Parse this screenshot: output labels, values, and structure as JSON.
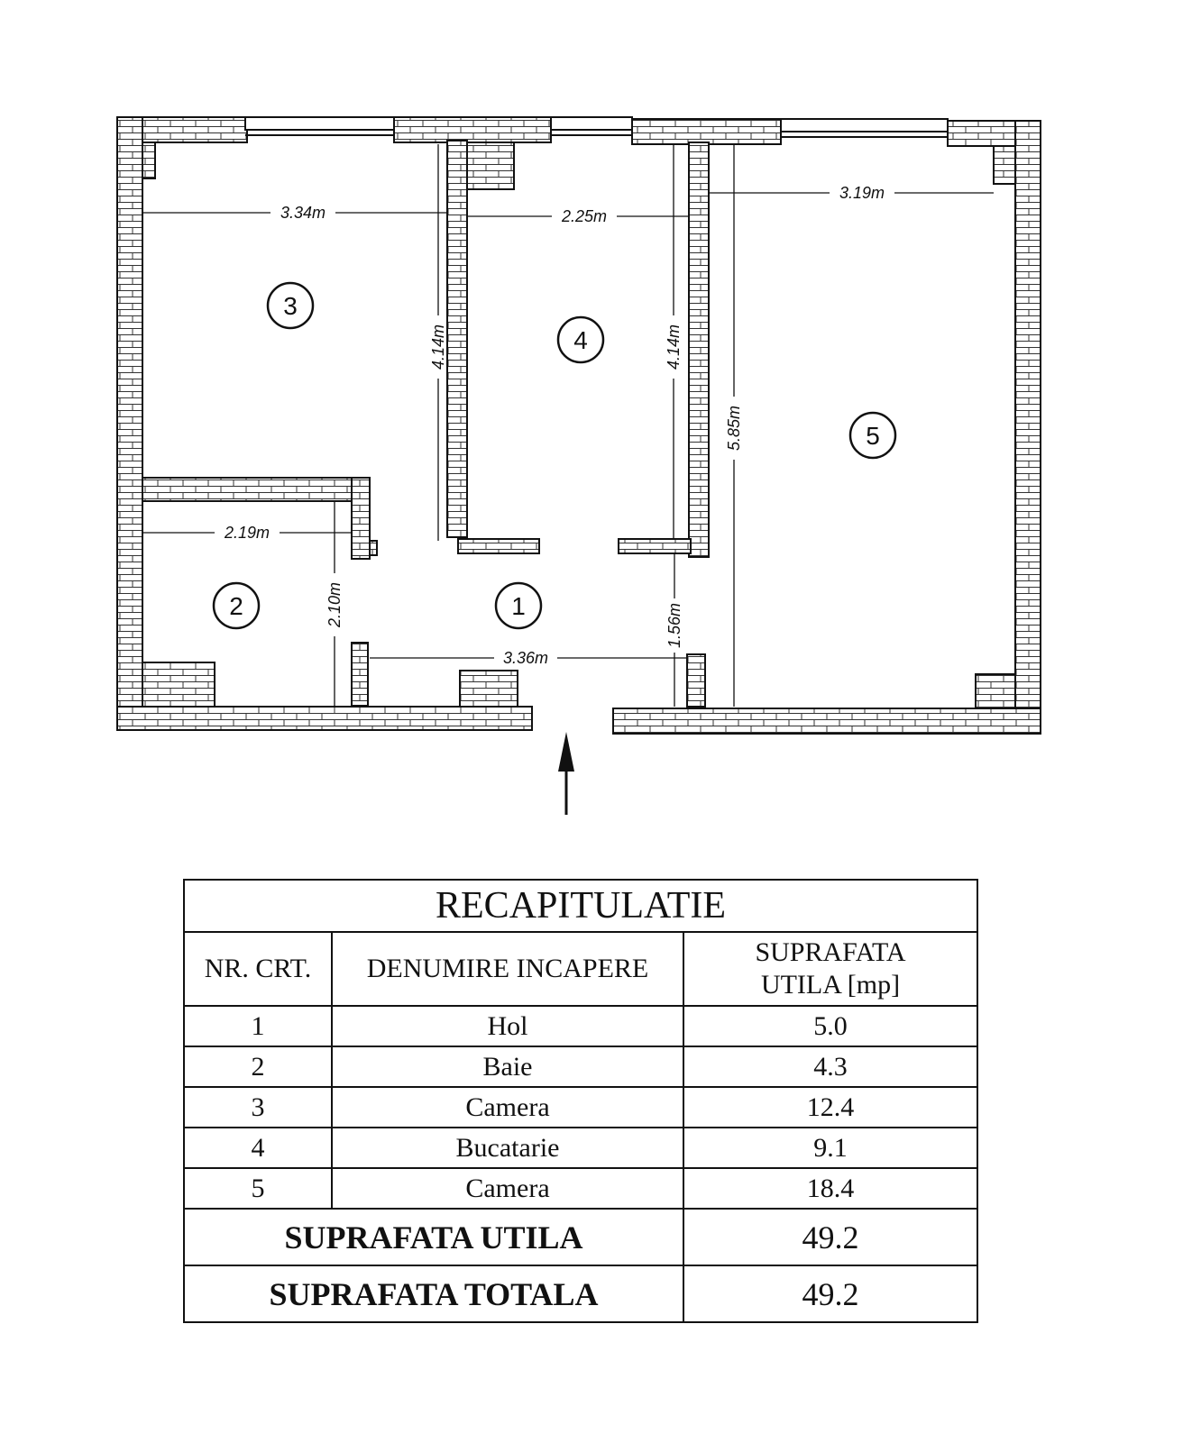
{
  "plan": {
    "dimensions": {
      "d1": "3.34m",
      "d2": "2.25m",
      "d3": "3.19m",
      "d4": "4.14m",
      "d5": "4.14m",
      "d6": "5.85m",
      "d7": "2.19m",
      "d8": "2.10m",
      "d9": "3.36m",
      "d10": "1.56m"
    },
    "rooms": [
      "1",
      "2",
      "3",
      "4",
      "5"
    ]
  },
  "table": {
    "title": "RECAPITULATIE",
    "headers": {
      "nr": "NR. CRT.",
      "name": "DENUMIRE INCAPERE",
      "area_line1": "SUPRAFATA",
      "area_line2": "UTILA [mp]"
    },
    "rows": [
      {
        "nr": "1",
        "name": "Hol",
        "area": "5.0"
      },
      {
        "nr": "2",
        "name": "Baie",
        "area": "4.3"
      },
      {
        "nr": "3",
        "name": "Camera",
        "area": "12.4"
      },
      {
        "nr": "4",
        "name": "Bucatarie",
        "area": "9.1"
      },
      {
        "nr": "5",
        "name": "Camera",
        "area": "18.4"
      }
    ],
    "utila": {
      "label": "SUPRAFATA UTILA",
      "value": "49.2"
    },
    "totala": {
      "label": "SUPRAFATA TOTALA",
      "value": "49.2"
    }
  }
}
